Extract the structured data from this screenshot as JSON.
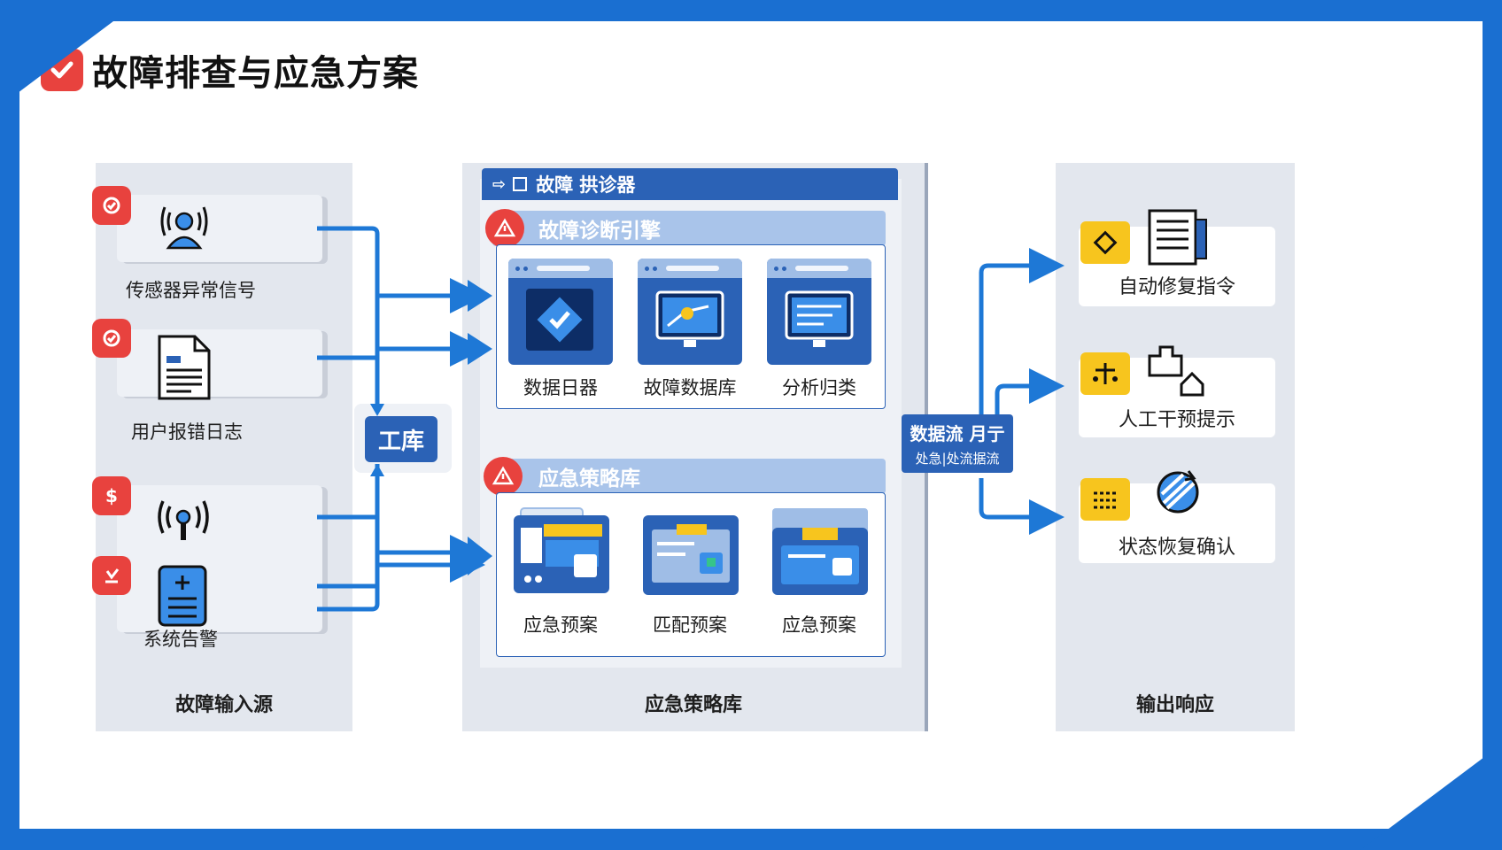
{
  "title": "故障排查与应急方案",
  "columns": {
    "input": {
      "label": "故障输入源",
      "sources": [
        {
          "label": "传感器异常信号",
          "icon": "person-signal-icon"
        },
        {
          "label": "用户报错日志",
          "icon": "document-icon"
        },
        {
          "label": "系统告警",
          "icon": "antenna-icon",
          "extra_icon": "calculator-icon"
        }
      ]
    },
    "middle": {
      "label": "应急策略库",
      "header": "故障 拱诊器",
      "hub_label": "工库",
      "diagnosis": {
        "title": "故障诊断引擎",
        "tiles": [
          {
            "label": "数据日器"
          },
          {
            "label": "故障数据库"
          },
          {
            "label": "分析归类"
          }
        ]
      },
      "strategy": {
        "title": "应急策略库",
        "tiles": [
          {
            "label": "应急预案"
          },
          {
            "label": "匹配预案"
          },
          {
            "label": "应急预案"
          }
        ]
      }
    },
    "flow": {
      "line1": "数据流 月亍",
      "line2": "处急|处流据流"
    },
    "output": {
      "label": "输出响应",
      "items": [
        {
          "label": "自动修复指令",
          "icon": "document-lines-icon"
        },
        {
          "label": "人工干预提示",
          "icon": "hand-house-icon"
        },
        {
          "label": "状态恢复确认",
          "icon": "refresh-check-icon"
        }
      ]
    }
  },
  "colors": {
    "frame": "#1a6fd1",
    "primary": "#2b62b6",
    "light_primary": "#a9c4ea",
    "accent_red": "#e8423e",
    "accent_yellow": "#f7c51e",
    "connector": "#1e78d6"
  }
}
